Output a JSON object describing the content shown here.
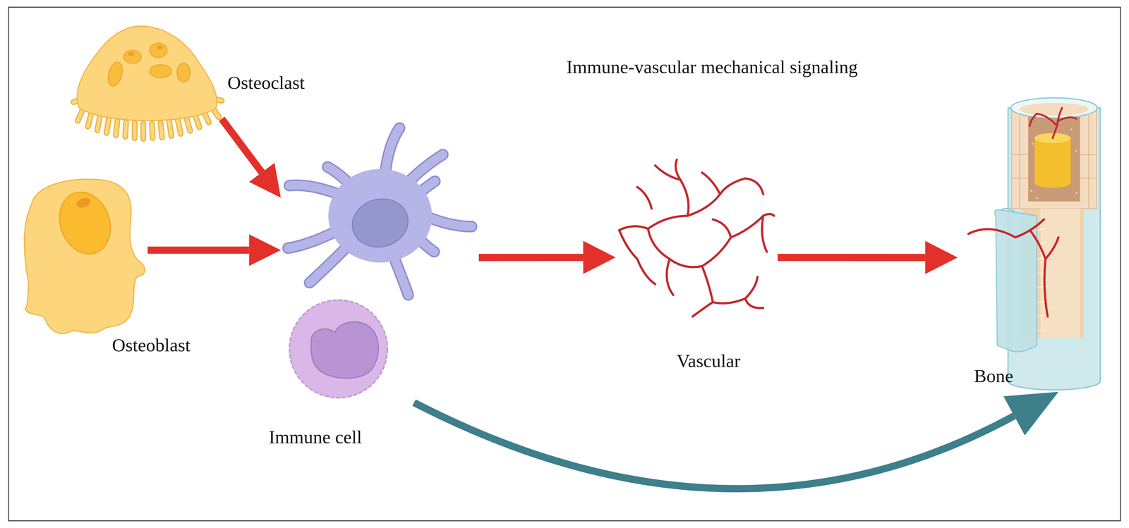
{
  "diagram": {
    "title": "Immune-vascular mechanical signaling",
    "nodes": [
      {
        "text": [
          "Osteoclast"
        ]
      },
      {
        "text": [
          "Osteoblast"
        ]
      },
      {
        "text": [
          "Immune cell"
        ]
      },
      {
        "text": [
          "Vascular"
        ]
      },
      {
        "text": [
          "Bone"
        ]
      }
    ],
    "edges": [
      {
        "from": 0,
        "to": 2,
        "arrow": "to"
      },
      {
        "from": 1,
        "to": 2,
        "arrow": "to"
      },
      {
        "from": 2,
        "to": 3,
        "arrow": "to"
      },
      {
        "from": 3,
        "to": 4,
        "arrow": "to"
      },
      {
        "from": 2,
        "to": 4,
        "arrow": "to"
      }
    ]
  }
}
